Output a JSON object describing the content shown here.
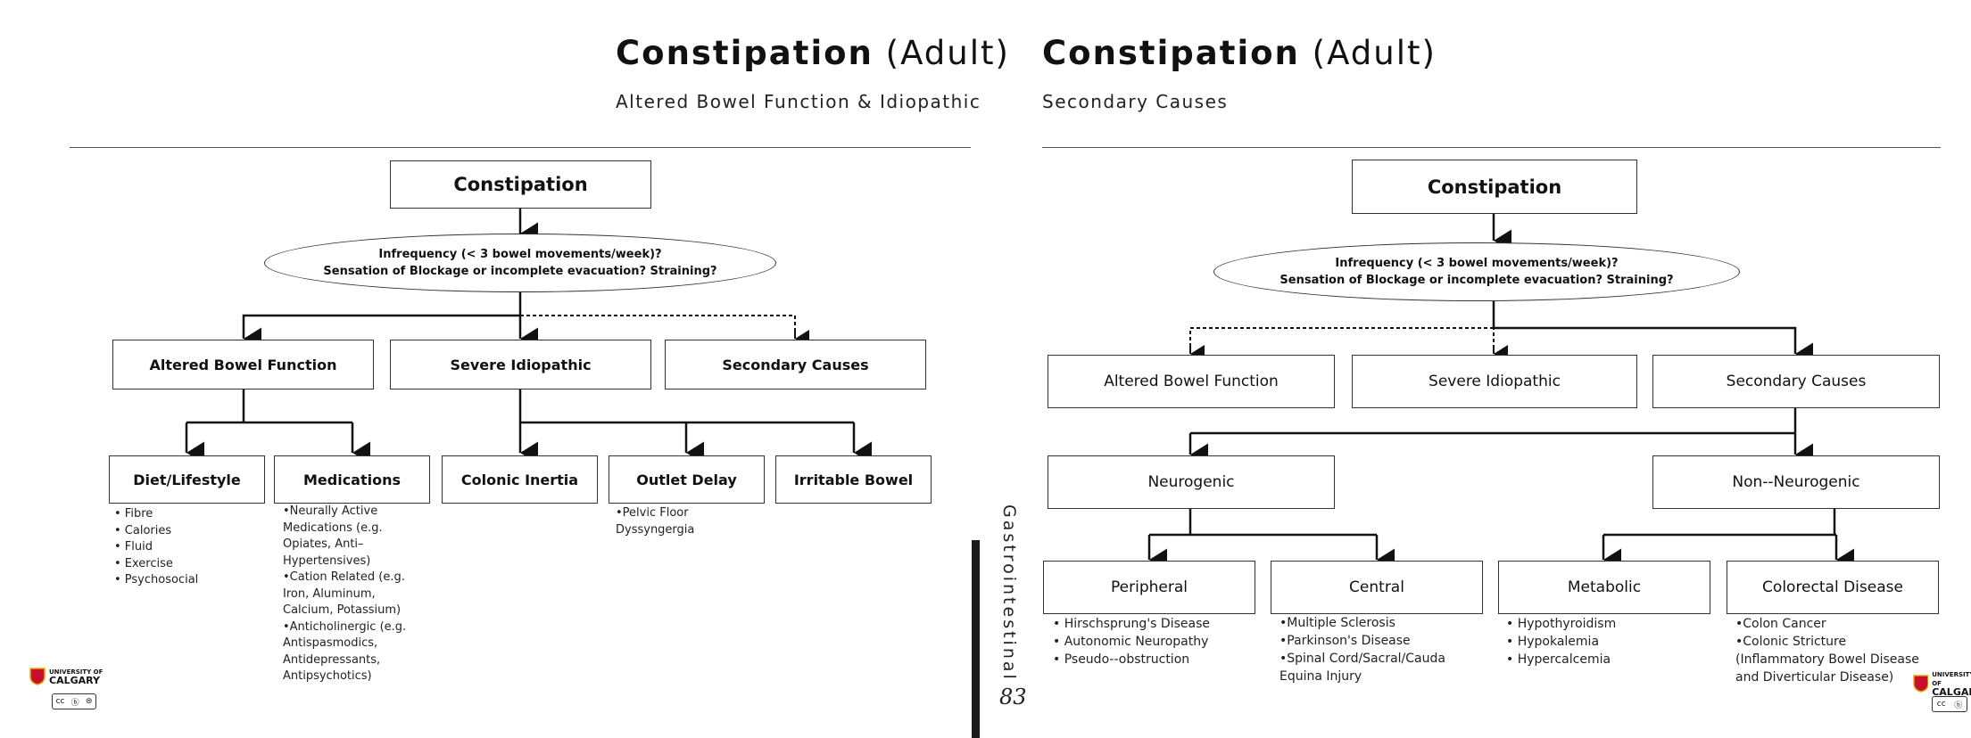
{
  "left": {
    "title_bold": "Constipation",
    "title_rest": "(Adult)",
    "subtitle": "Altered Bowel Function & Idiopathic",
    "root": "Constipation",
    "question_line1": "Infrequency (< 3 bowel movements/week)?",
    "question_line2": "Sensation of Blockage or incomplete evacuation? Straining?",
    "level1": [
      "Altered Bowel Function",
      "Severe Idiopathic",
      "Secondary Causes"
    ],
    "level2": [
      "Diet/Lifestyle",
      "Medications",
      "Colonic Inertia",
      "Outlet Delay",
      "Irritable Bowel"
    ],
    "diet_items": [
      "• Fibre",
      "• Calories",
      "• Fluid",
      "• Exercise",
      "• Psychosocial"
    ],
    "med_items": [
      "•Neurally Active",
      "Medications (e.g.",
      "Opiates, Anti–",
      "Hypertensives)",
      "•Cation Related (e.g.",
      "Iron, Aluminum,",
      "Calcium, Potassium)",
      "•Anticholinergic (e.g.",
      "Antispasmodics,",
      "Antidepressants,",
      "Antipsychotics)"
    ],
    "outlet_items": [
      "•Pelvic Floor",
      "Dyssyngergia"
    ]
  },
  "right": {
    "title_bold": "Constipation",
    "title_rest": "(Adult)",
    "subtitle": "Secondary Causes",
    "root": "Constipation",
    "question_line1": "Infrequency (< 3 bowel movements/week)?",
    "question_line2": "Sensation of Blockage or incomplete evacuation? Straining?",
    "level1": [
      "Altered Bowel Function",
      "Severe Idiopathic",
      "Secondary Causes"
    ],
    "level2": [
      "Neurogenic",
      "Non--Neurogenic"
    ],
    "level3": [
      "Peripheral",
      "Central",
      "Metabolic",
      "Colorectal Disease"
    ],
    "peripheral_items": [
      "• Hirschsprung's Disease",
      "• Autonomic Neuropathy",
      "• Pseudo--obstruction"
    ],
    "central_items": [
      "•Multiple Sclerosis",
      "•Parkinson's Disease",
      "•Spinal Cord/Sacral/Cauda",
      "Equina Injury"
    ],
    "metabolic_items": [
      "• Hypothyroidism",
      "• Hypokalemia",
      "• Hypercalcemia"
    ],
    "colorectal_items": [
      "•Colon Cancer",
      "•Colonic Stricture",
      "(Inflammatory Bowel Disease",
      "and Diverticular Disease)"
    ]
  },
  "spine_text": "Gastrointestinal",
  "page_number": "83",
  "logo": {
    "line1": "UNIVERSITY OF",
    "line2": "CALGARY"
  }
}
